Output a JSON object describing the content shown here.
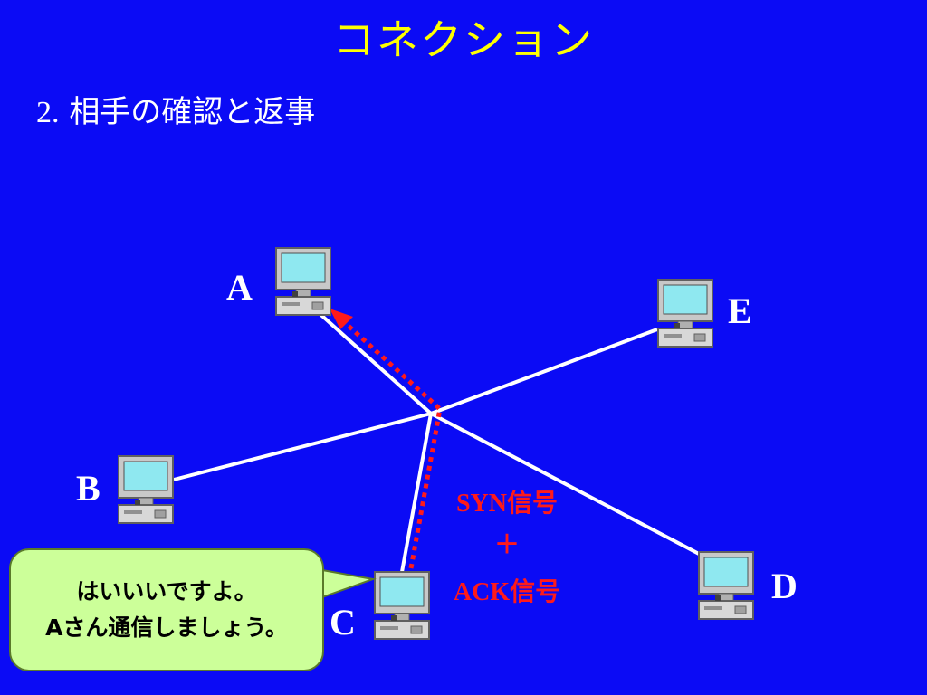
{
  "header": {
    "title": "コネクション",
    "subtitle_number": "2.",
    "subtitle_text": "相手の確認と返事"
  },
  "nodes": {
    "A": "A",
    "B": "B",
    "C": "C",
    "D": "D",
    "E": "E"
  },
  "signal": {
    "line1": "SYN信号",
    "line2": "＋",
    "line3": "ACK信号"
  },
  "speech_bubble": {
    "line1": "はいいいですよ。",
    "line2": "Aさん通信しましょう。"
  },
  "colors": {
    "background": "#0b0bf5",
    "title": "#ffff00",
    "signal": "#ff1a1a",
    "bubble": "#ccff99"
  },
  "icons": {
    "computer": "computer-icon"
  }
}
